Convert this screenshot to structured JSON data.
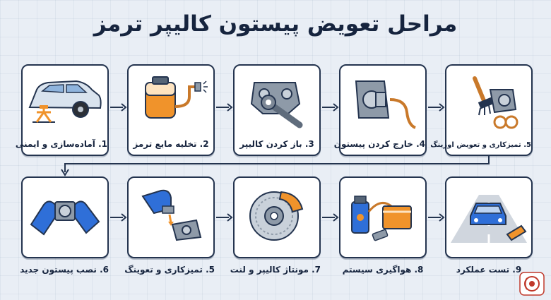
{
  "title": "مراحل تعویض پیستون کالیپر ترمز",
  "steps": [
    {
      "label": "1. آماده‌سازی و ایمنی"
    },
    {
      "label": "2. تخلیه مایع ترمز"
    },
    {
      "label": "3. باز کردن کالیپر"
    },
    {
      "label": "4. خارج کردن پیستون"
    },
    {
      "label": "5. تمیزکاری و تعویض اورینگ"
    },
    {
      "label": "6. نصب پیستون جدید"
    },
    {
      "label": "5. تمیزکاری و تعوینگ"
    },
    {
      "label": "7. مونتاژ کالیپر و لنت"
    },
    {
      "label": "8. هواگیری سیستم"
    },
    {
      "label": "9. تست عملکرد"
    }
  ],
  "colors": {
    "border": "#24344f",
    "accent_orange": "#f0932b",
    "accent_blue": "#2f6fd8",
    "title": "#16243e"
  },
  "icons": [
    "car-jack-icon",
    "brake-fluid-drain-icon",
    "caliper-wrench-icon",
    "caliper-piston-removal-icon",
    "brush-oring-icon",
    "gloved-hands-piston-icon",
    "gloved-hand-clean-icon",
    "brake-disc-caliper-icon",
    "bleeding-system-icon",
    "test-drive-icon"
  ]
}
